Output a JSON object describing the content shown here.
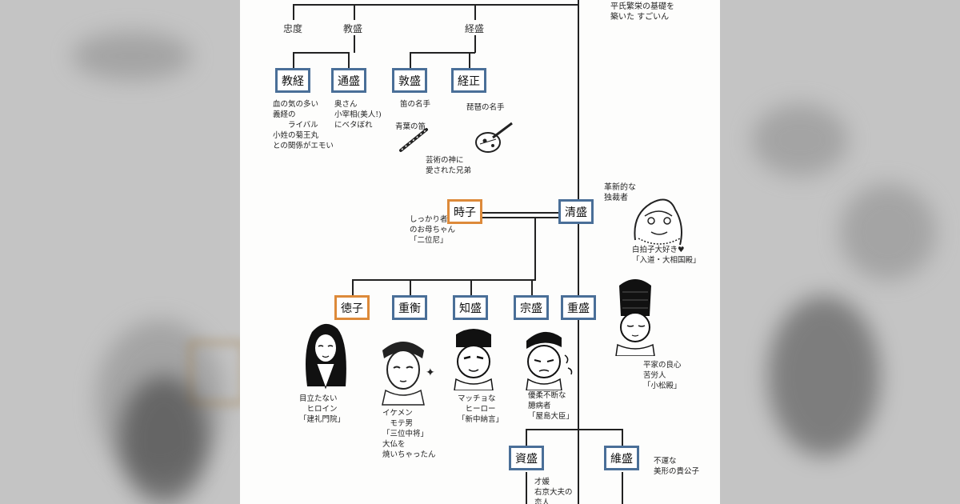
{
  "top_labels": {
    "tadanori": "忠度",
    "norimori": "教盛",
    "tsunemori": "経盛"
  },
  "nodes": {
    "noritsune": "教経",
    "michimori": "通盛",
    "atsumori": "敦盛",
    "tsunemasa": "経正",
    "tokiko": "時子",
    "kiyomori": "清盛",
    "tokuko": "徳子",
    "shigehira": "重衡",
    "tomomori": "知盛",
    "munemori": "宗盛",
    "shigemori": "重盛",
    "sukemori": "資盛",
    "koremori": "維盛"
  },
  "notes": {
    "top_right": "平氏繁栄の基礎を\n築いた すごいん",
    "noritsune": "血の気の多い\n義経の\n　　ライバル\n小姓の菊王丸\nとの関係がエモい",
    "michimori": "奥さん\n小宰相(美人!)\nにベタぼれ",
    "atsumori": "笛の名手",
    "atsumori_flute": "青葉の笛",
    "tsunemasa": "琵琶の名手",
    "brothers": "芸術の神に\n愛された兄弟",
    "tokiko": "しっかり者\nのお母ちゃん\n「二位尼」",
    "kiyomori_top": "革新的な\n独裁者",
    "kiyomori_bottom": "白拍子大好き♥\n「入道・大相国殿」",
    "tokuko": "目立たない\n　ヒロイン\n「建礼門院」",
    "shigehira": "イケメン\n　モテ男\n「三位中将」\n大仏を\n焼いちゃったん",
    "tomomori": "マッチョな\n　ヒーロー\n「新中納言」",
    "munemori": "優柔不断な\n臆病者\n「屋島大臣」",
    "shigemori": "平家の良心\n苦労人\n「小松殿」",
    "sukemori": "才媛\n右京大夫の\n恋人",
    "koremori": "不運な\n美形の貴公子"
  }
}
